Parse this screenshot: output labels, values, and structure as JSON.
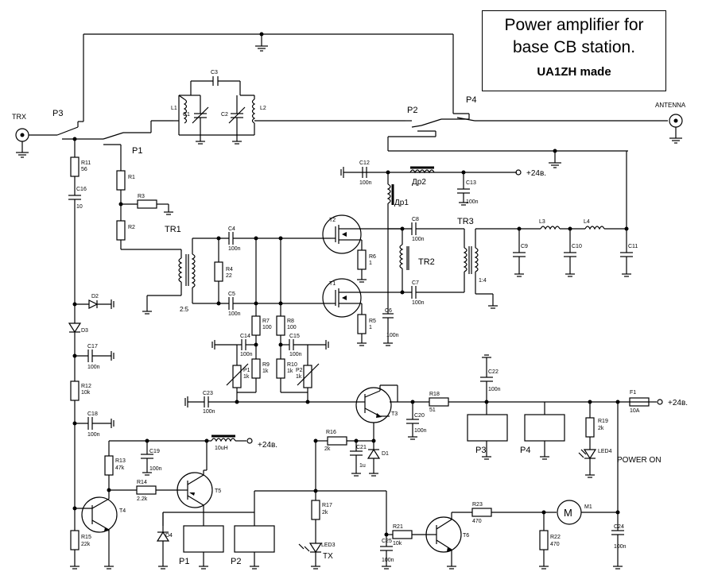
{
  "title": {
    "line1": "Power amplifier for",
    "line2": "base CB station.",
    "line3": "UA1ZH made"
  },
  "connectors": {
    "trx": "TRX",
    "antenna": "ANTENNA"
  },
  "relay_contacts": [
    "P1",
    "P2",
    "P3",
    "P4"
  ],
  "components": {
    "L1": "L1",
    "C1": "C1",
    "C2": "C2",
    "L2": "L2",
    "C3": "C3",
    "R11": "R11",
    "R11v": "56",
    "C16": "C16",
    "C16v": "10",
    "R1": "R1",
    "R2": "R2",
    "R3": "R3",
    "TR1": "TR1",
    "TR1ratio": "2:5",
    "C4": "C4",
    "C4v": "100n",
    "C5": "C5",
    "C5v": "100n",
    "R4": "R4",
    "R4v": "22",
    "T1": "T1",
    "T2": "T2",
    "R5": "R5",
    "R5v": "1",
    "R6": "R6",
    "R6v": "1",
    "C6": "C6",
    "C6v": "100n",
    "C7": "C7",
    "C7v": "100n",
    "C8": "C8",
    "C8v": "100n",
    "TR2": "TR2",
    "TR3": "TR3",
    "TR3ratio": "1:4",
    "C12": "C12",
    "C12v": "100n",
    "C13": "C13",
    "C13v": "100n",
    "DR1": "Др1",
    "DR2": "Др2",
    "L3": "L3",
    "L4": "L4",
    "C9": "C9",
    "C10": "C10",
    "C11": "C11",
    "R7": "R7",
    "R7v": "100",
    "R8": "R8",
    "R8v": "100",
    "C14": "C14",
    "C14v": "100n",
    "C15": "C15",
    "C15v": "100n",
    "R9": "R9",
    "R9v": "1k",
    "R10": "R10",
    "R10v": "1k",
    "P1pot": "P1",
    "P1potv": "1k",
    "P2pot": "P2",
    "P2potv": "1k",
    "D2": "D2",
    "D3": "D3",
    "C17": "C17",
    "C17v": "100n",
    "R12": "R12",
    "R12v": "10k",
    "C18": "C18",
    "C18v": "100n",
    "C23": "C23",
    "C23v": "100n",
    "T3": "T3",
    "C20": "C20",
    "C20v": "100n",
    "R18": "R18",
    "R18v": "51",
    "C22": "C22",
    "C22v": "100n",
    "F1": "F1",
    "F1v": "10A",
    "R19": "R19",
    "R19v": "2k",
    "LED4": "LED4",
    "power_on": "POWER ON",
    "R16": "R16",
    "R16v": "2k",
    "C21": "C21",
    "C21v": "1u",
    "D1": "D1",
    "R13": "R13",
    "R13v": "47k",
    "C19": "C19",
    "C19v": "100n",
    "L10uH": "10uH",
    "R14": "R14",
    "R14v": "2.2k",
    "T5": "T5",
    "T4": "T4",
    "R15": "R15",
    "R15v": "22k",
    "D4": "D4",
    "R17": "R17",
    "R17v": "2k",
    "LED3": "LED3",
    "TX": "TX",
    "C25": "C25",
    "C25v": "100n",
    "R21": "R21",
    "R21v": "10k",
    "T6": "T6",
    "R23": "R23",
    "R23v": "470",
    "M1": "M1",
    "R22": "R22",
    "R22v": "470",
    "C24": "C24",
    "C24v": "100n",
    "M": "M"
  },
  "supply": {
    "v1": "+24в.",
    "v2": "+24в.",
    "v3": "+24в."
  }
}
